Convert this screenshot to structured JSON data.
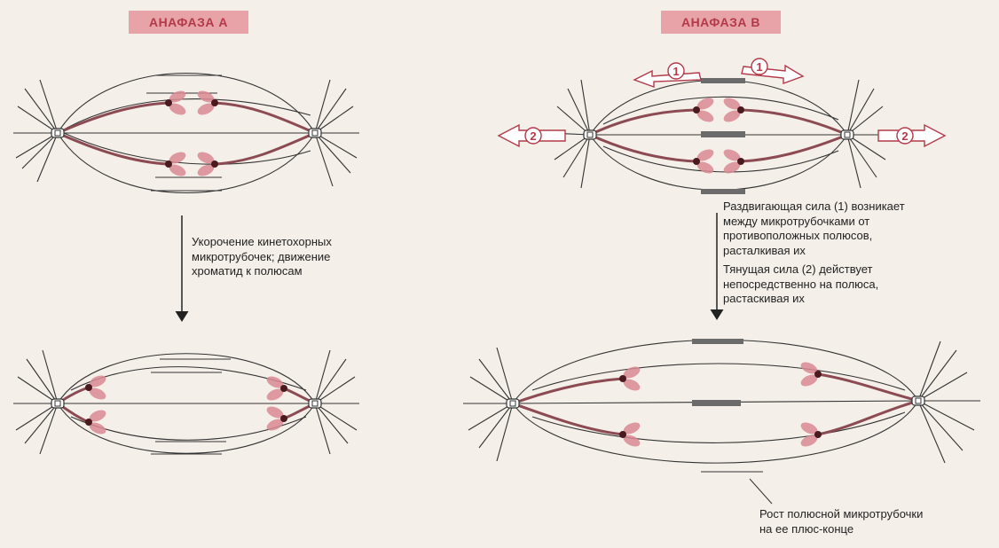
{
  "panels": {
    "anaphase_a": {
      "title": "АНАФАЗА А"
    },
    "anaphase_b": {
      "title": "АНАФАЗА В"
    }
  },
  "captions": {
    "shortening": "Укорочение кинетохорных\nмикротрубочек; движение\nхроматид к полюсам",
    "sliding_force": "Раздвигающая сила (1) возникает\nмежду микротрубочками от\nпротивоположных полюсов,\nрасталкивая их",
    "pulling_force": "Тянущая сила (2) действует\nнепосредственно на полюса,\nрастаскивая их",
    "pole_growth": "Рост полюсной микротрубочки\nна ее плюс-конце"
  },
  "force_labels": {
    "sliding": "1",
    "pulling": "2"
  },
  "colors": {
    "title_bg": "#e8a3a9",
    "title_text": "#b23a48",
    "chromatid": "#d98a93",
    "kinetochore_mt": "#8c4a52",
    "line": "#333333",
    "overlap": "#6b6b6b"
  }
}
